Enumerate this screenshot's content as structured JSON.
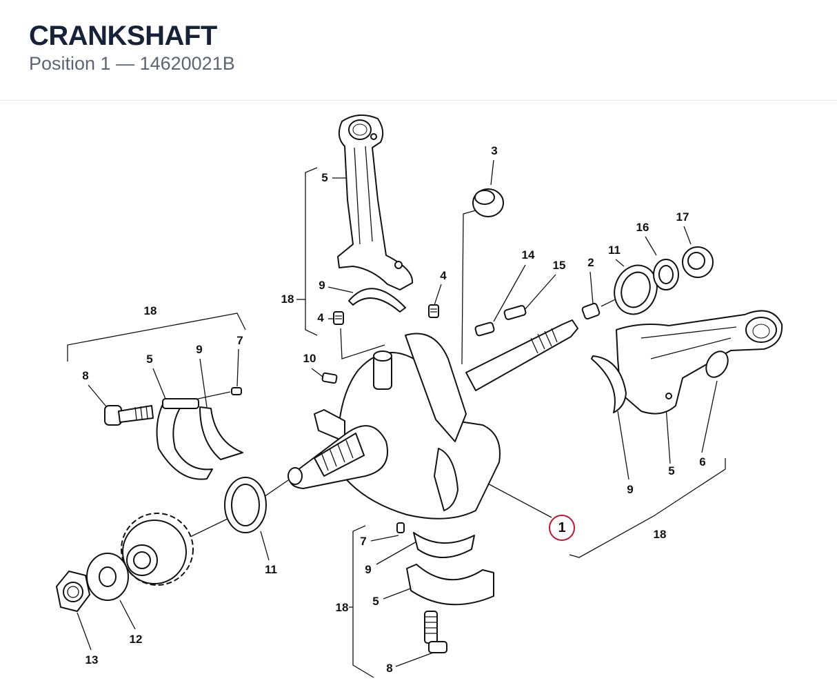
{
  "header": {
    "title": "CRANKSHAFT",
    "subtitle": "Position 1  —  14620021B"
  },
  "diagram": {
    "highlight": {
      "label": "1",
      "color": "#c8102e"
    },
    "callouts": [
      {
        "id": "c3",
        "label": "3"
      },
      {
        "id": "c5a",
        "label": "5"
      },
      {
        "id": "c9a",
        "label": "9"
      },
      {
        "id": "c18a",
        "label": "18"
      },
      {
        "id": "c4a",
        "label": "4"
      },
      {
        "id": "c4b",
        "label": "4"
      },
      {
        "id": "c14",
        "label": "14"
      },
      {
        "id": "c15",
        "label": "15"
      },
      {
        "id": "c2",
        "label": "2"
      },
      {
        "id": "c11a",
        "label": "11"
      },
      {
        "id": "c16",
        "label": "16"
      },
      {
        "id": "c17",
        "label": "17"
      },
      {
        "id": "c18b",
        "label": "18"
      },
      {
        "id": "c8a",
        "label": "8"
      },
      {
        "id": "c5b",
        "label": "5"
      },
      {
        "id": "c9b",
        "label": "9"
      },
      {
        "id": "c7a",
        "label": "7"
      },
      {
        "id": "c10",
        "label": "10"
      },
      {
        "id": "c9c",
        "label": "9"
      },
      {
        "id": "c5c",
        "label": "5"
      },
      {
        "id": "c6",
        "label": "6"
      },
      {
        "id": "c18c",
        "label": "18"
      },
      {
        "id": "c11b",
        "label": "11"
      },
      {
        "id": "c7b",
        "label": "7"
      },
      {
        "id": "c9d",
        "label": "9"
      },
      {
        "id": "c18d",
        "label": "18"
      },
      {
        "id": "c5d",
        "label": "5"
      },
      {
        "id": "c8b",
        "label": "8"
      },
      {
        "id": "c12",
        "label": "12"
      },
      {
        "id": "c13",
        "label": "13"
      }
    ]
  }
}
